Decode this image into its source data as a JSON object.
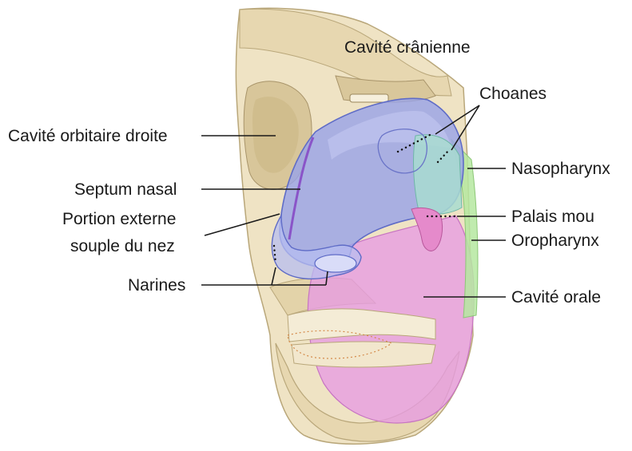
{
  "labels": {
    "cranial_cavity": "Cavité crânienne",
    "choanae": "Choanes",
    "right_orbit": "Cavité orbitaire droite",
    "nasopharynx": "Nasopharynx",
    "nasal_septum": "Septum nasal",
    "soft_palate": "Palais mou",
    "external_nose_line1": "Portion externe",
    "external_nose_line2": "souple du nez",
    "oropharynx": "Oropharynx",
    "nostrils": "Narines",
    "oral_cavity": "Cavité orale"
  },
  "colors": {
    "bone": "#efe3c4",
    "bone_shadow": "#c9b98e",
    "nasal_cavity": "#9aa4e8",
    "oral_cavity": "#e79be3",
    "pharynx": "#b5e8a0",
    "nasopharynx_overlap": "#a8dcd0",
    "soft_palate": "#e58acb",
    "teeth": "#f4ecd6"
  }
}
